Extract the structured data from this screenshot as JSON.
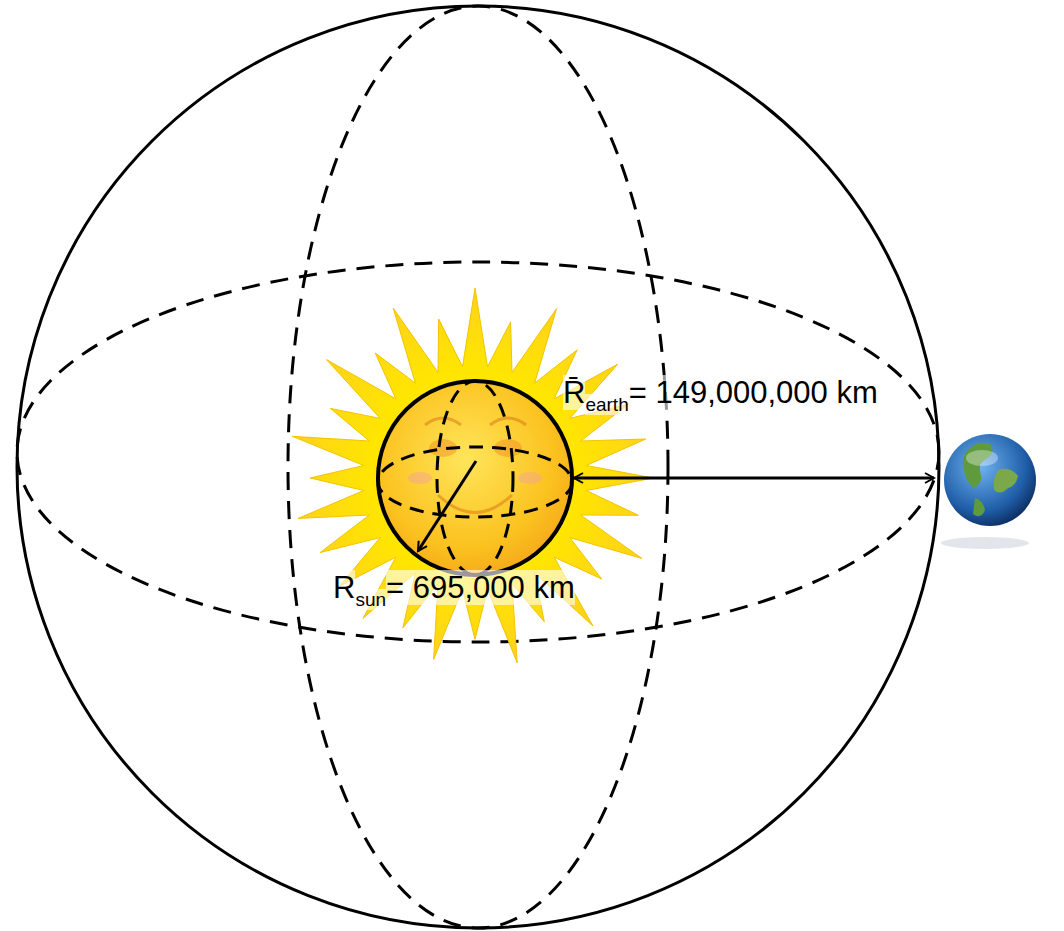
{
  "diagram": {
    "labels": [
      "R̄",
      "earth",
      "= 149,000,000 km",
      "R",
      "sun",
      "= 695,000 km"
    ]
  }
}
